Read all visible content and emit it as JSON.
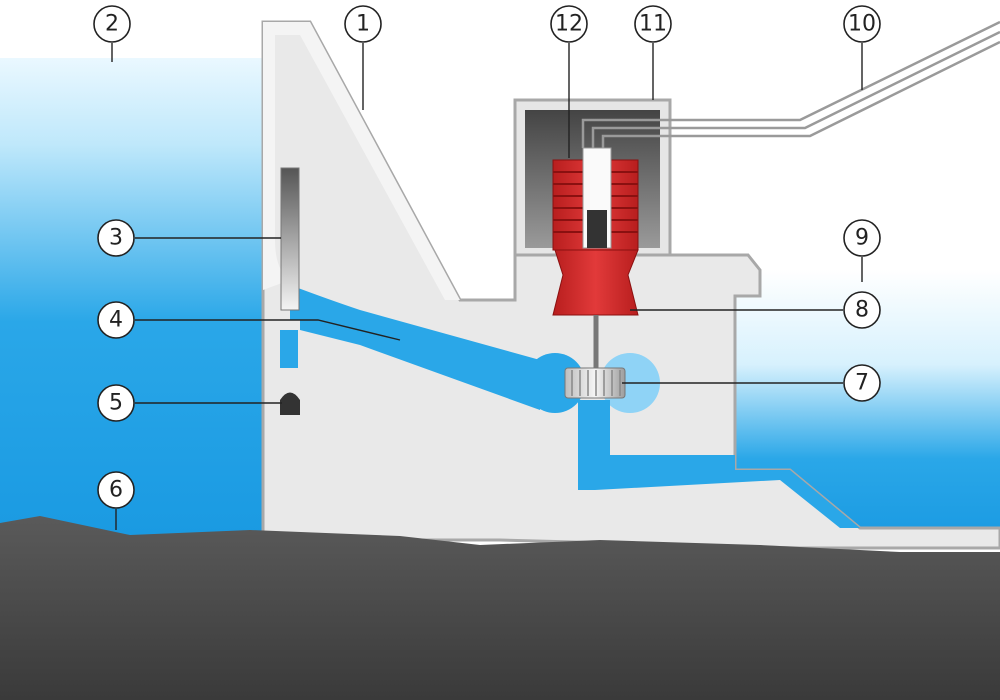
{
  "labels": {
    "dam": "1",
    "reservoir": "2",
    "intake_gate": "3",
    "penstock": "4",
    "bottom_outlet": "5",
    "riverbed": "6",
    "turbine": "7",
    "generator": "8",
    "tailwater": "9",
    "power_lines": "10",
    "powerhouse": "11",
    "transformer": "12"
  },
  "colors": {
    "water_deep": "#2aa7e8",
    "water_light": "#cfeefe",
    "concrete": "#e8e8e8",
    "concrete_edge": "#9a9a9a",
    "ground": "#555555",
    "generator_red": "#d62c2c",
    "housing_dark": "#4a4a4a"
  }
}
